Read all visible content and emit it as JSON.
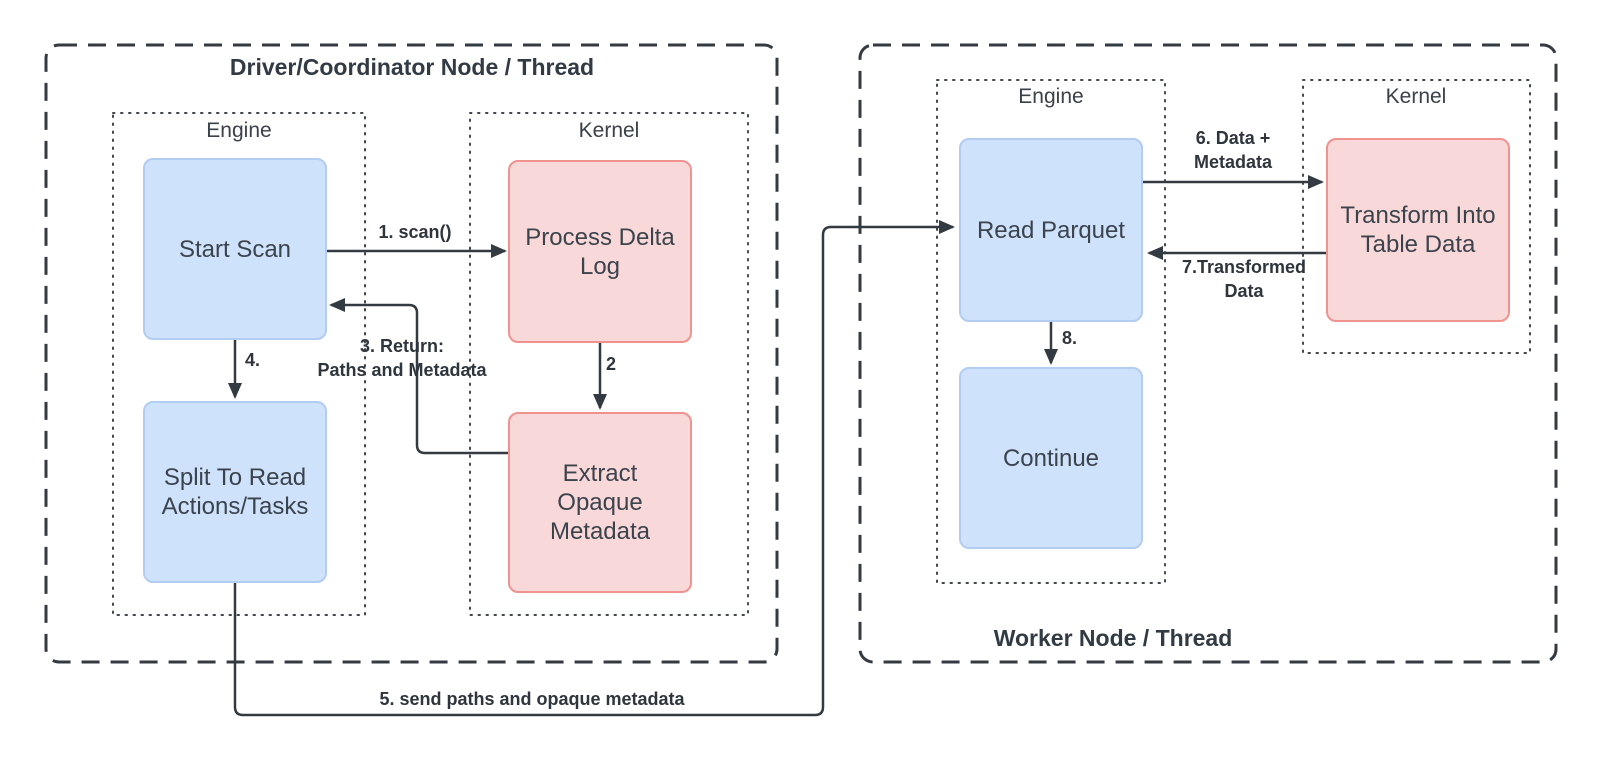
{
  "diagram": {
    "left_group": {
      "title": "Driver/Coordinator Node / Thread",
      "engine": {
        "label": "Engine",
        "nodes": [
          {
            "label": "Start Scan"
          },
          {
            "label": "Split To Read\nActions/Tasks"
          }
        ]
      },
      "kernel": {
        "label": "Kernel",
        "nodes": [
          {
            "label": "Process Delta\nLog"
          },
          {
            "label": "Extract\nOpaque\nMetadata"
          }
        ]
      }
    },
    "right_group": {
      "title": "Worker Node / Thread",
      "engine": {
        "label": "Engine",
        "nodes": [
          {
            "label": "Read Parquet"
          },
          {
            "label": "Continue"
          }
        ]
      },
      "kernel": {
        "label": "Kernel",
        "nodes": [
          {
            "label": "Transform Into\nTable Data"
          }
        ]
      }
    },
    "edges": {
      "e1": "1. scan()",
      "e2": "2",
      "e3": "3. Return:\nPaths and Metadata",
      "e4": "4.",
      "e5": "5. send paths and opaque metadata",
      "e6": "6. Data +\nMetadata",
      "e7": "7.Transformed\nData",
      "e8": "8."
    },
    "colors": {
      "engine_fill": "#cfe2fb",
      "engine_stroke": "#b3ccf1",
      "kernel_fill": "#f9d8d9",
      "kernel_stroke": "#f0928e",
      "line": "#343a41",
      "text": "#343c46"
    }
  }
}
